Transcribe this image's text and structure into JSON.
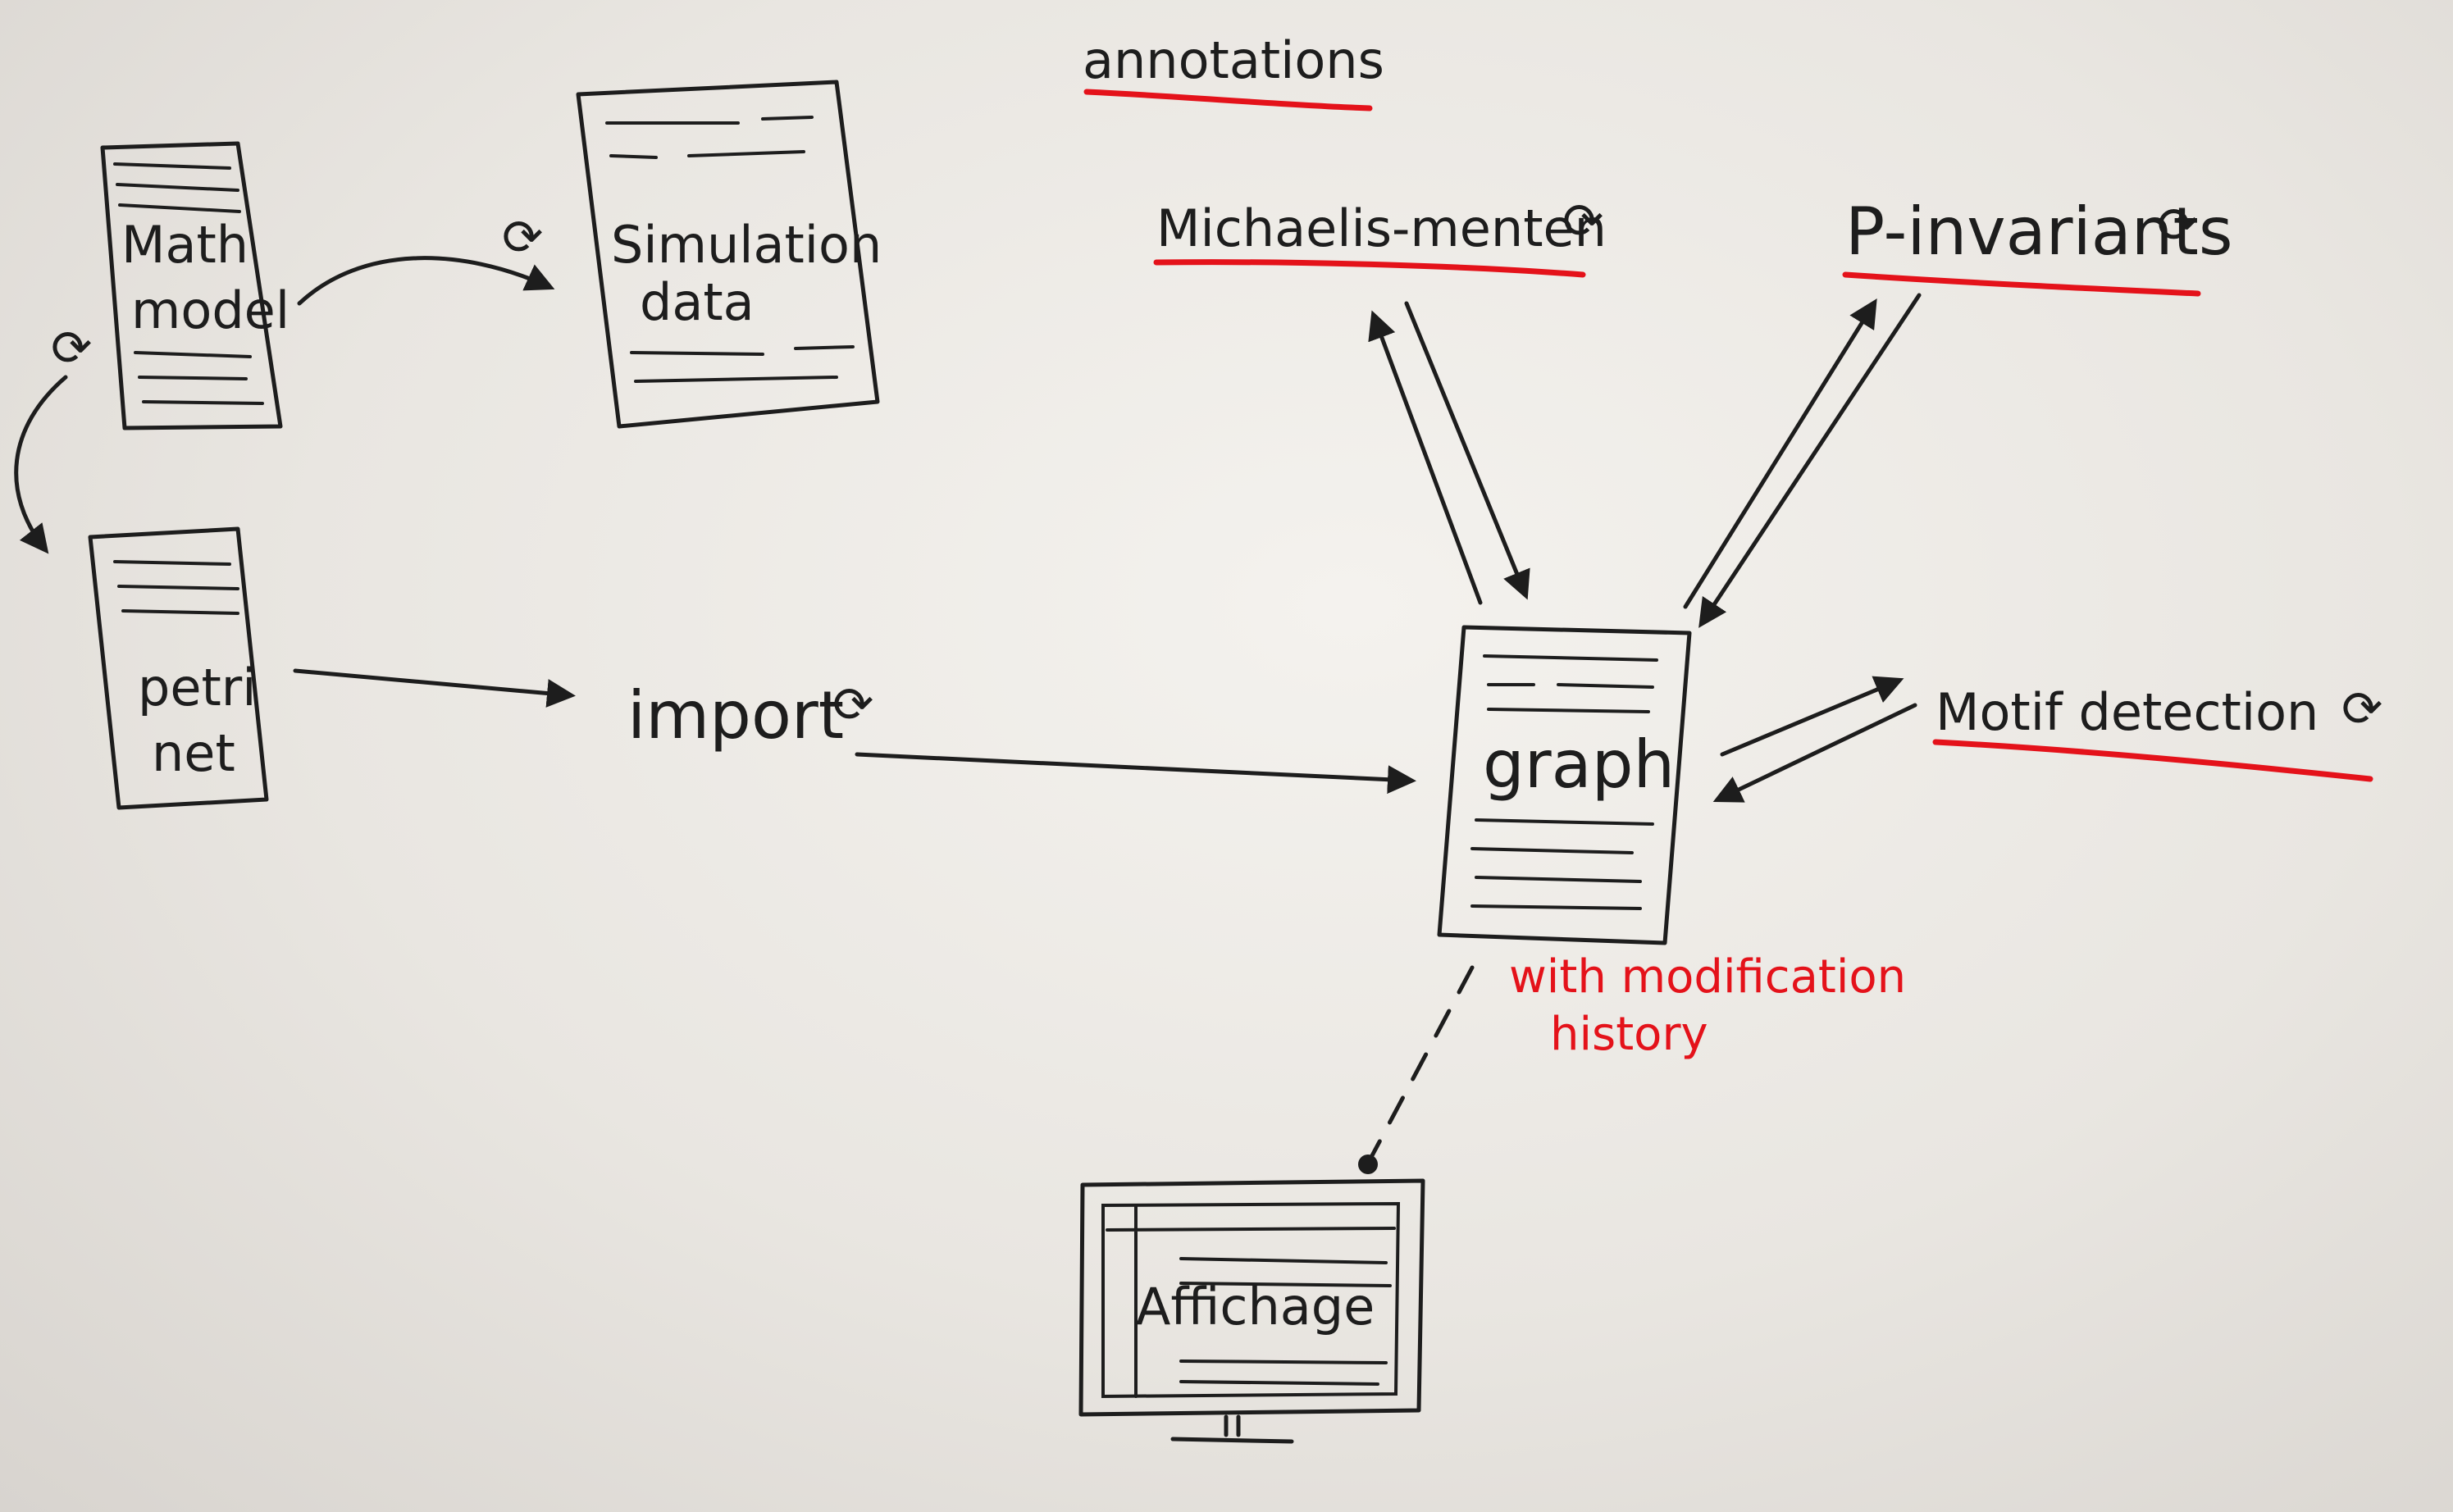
{
  "annotations_header": "annotations",
  "documents": {
    "math_model": [
      "Math",
      "model"
    ],
    "simulation_data": [
      "Simulation",
      "data"
    ],
    "petri_net": [
      "petri",
      "net"
    ],
    "graph": "graph"
  },
  "import_label": "import",
  "annotation_tools": {
    "michaelis_menten": "Michaelis-menten",
    "p_invariants": "P-invariants",
    "motif_detection": "Motif detection"
  },
  "graph_note": [
    "with modification",
    "history"
  ],
  "display_label": "Affichage",
  "refresh_glyph": "⟳",
  "colors": {
    "ink": "#1d1d1d",
    "accent": "#e4121a",
    "paper": "#efece8"
  }
}
